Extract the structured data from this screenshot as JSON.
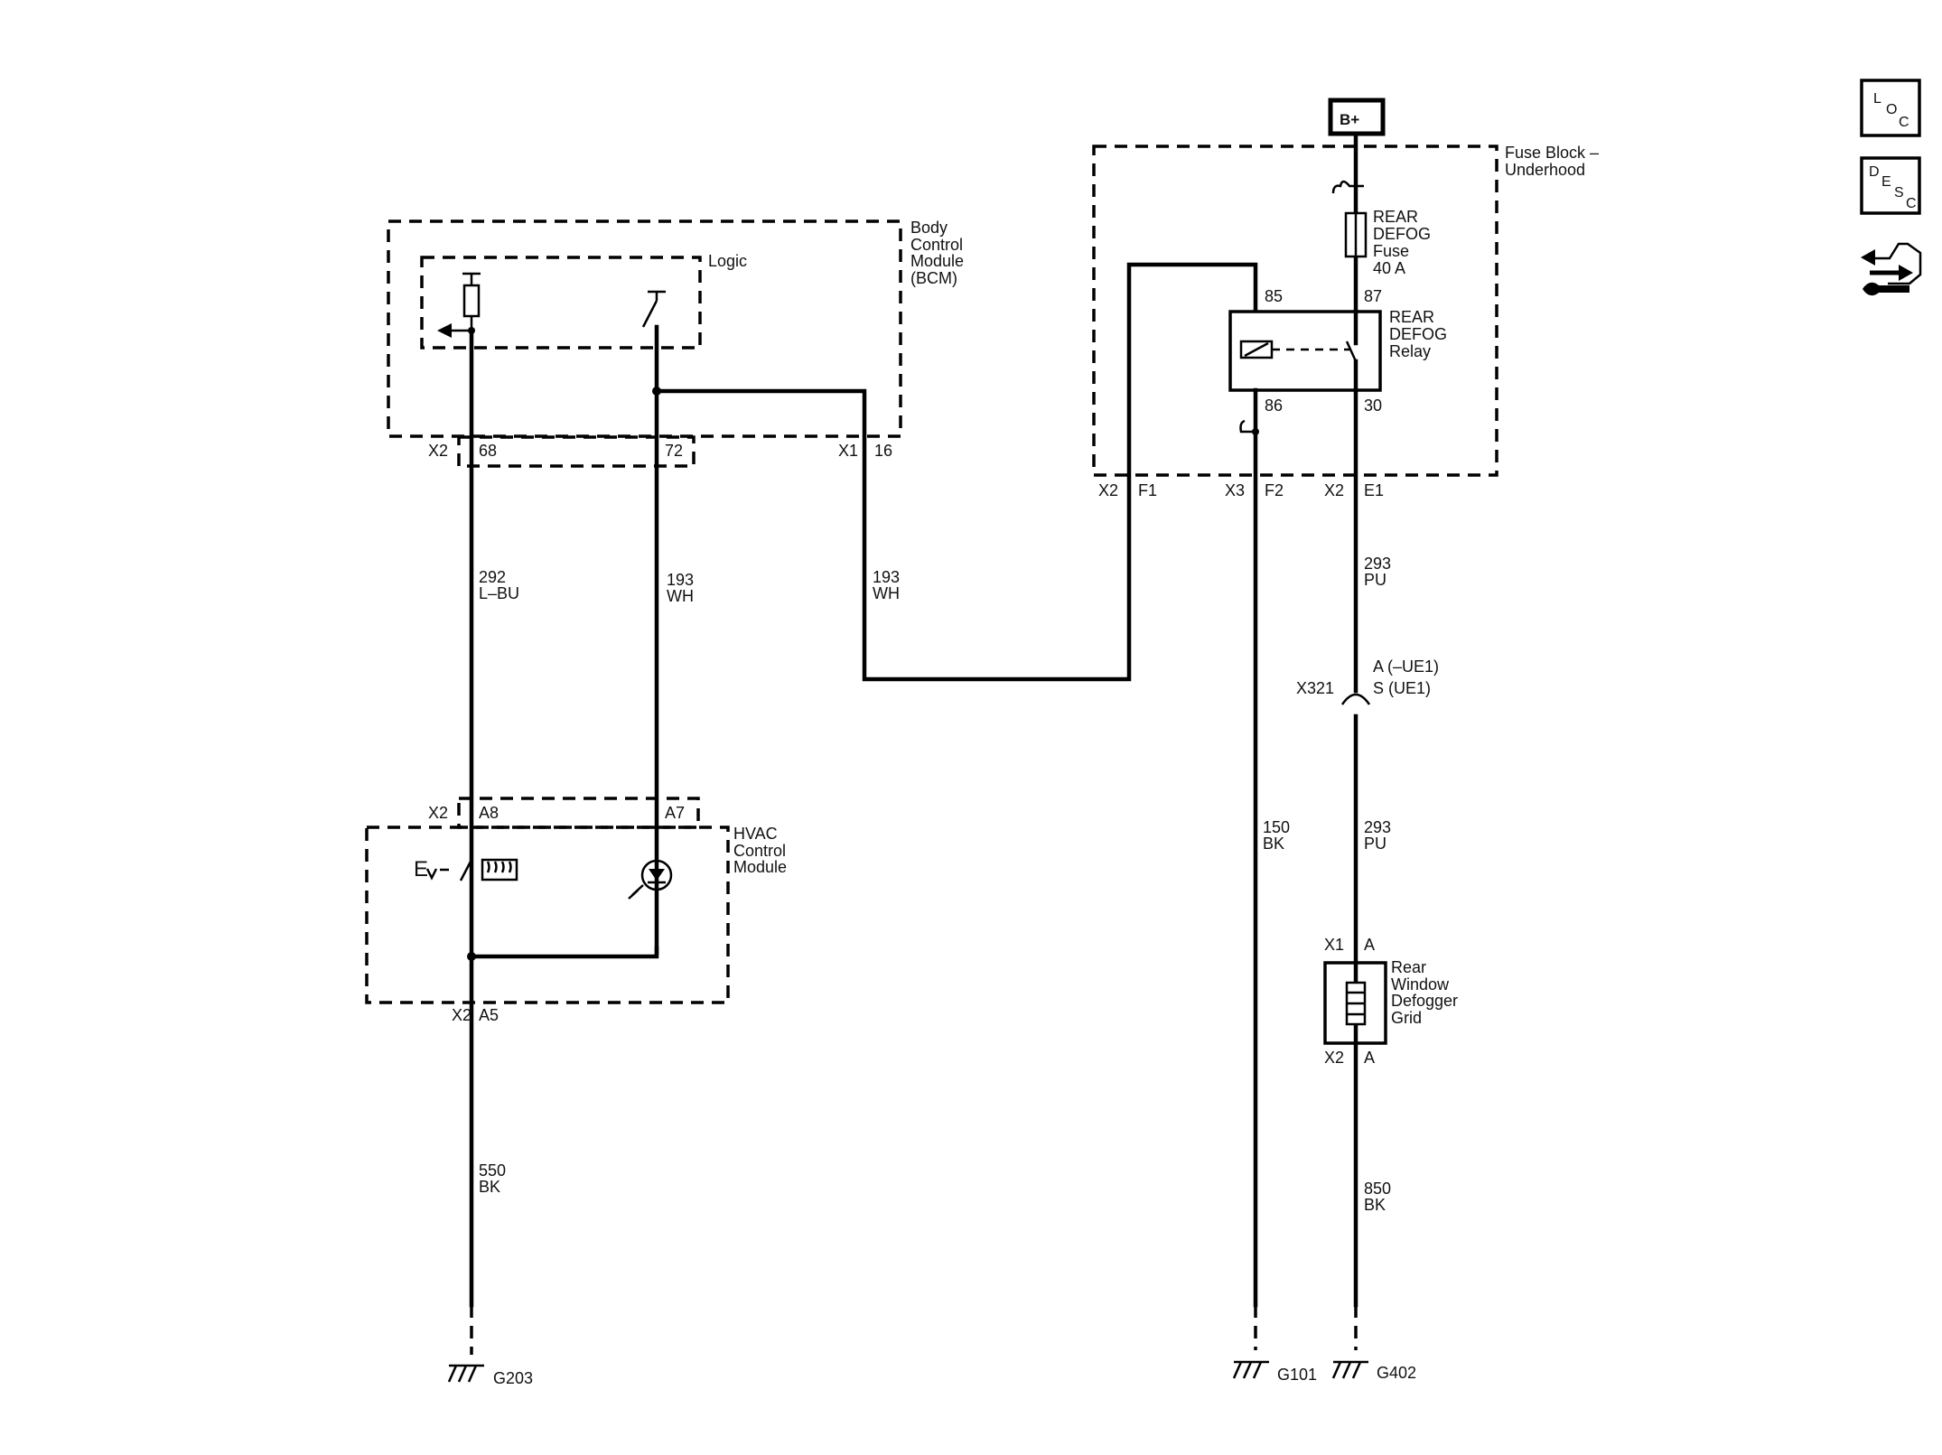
{
  "modules": {
    "bcm": {
      "name": [
        "Body",
        "Control",
        "Module",
        "(BCM)"
      ],
      "logic": "Logic"
    },
    "fuse_block": {
      "name": [
        "Fuse Block –",
        "Underhood"
      ]
    },
    "hvac": {
      "name": [
        "HVAC",
        "Control",
        "Module"
      ]
    }
  },
  "power_source": "B+",
  "fuse": {
    "lines": [
      "REAR",
      "DEFOG",
      "Fuse",
      "40 A"
    ]
  },
  "relay": {
    "lines": [
      "REAR",
      "DEFOG",
      "Relay"
    ],
    "pins": {
      "p85": "85",
      "p87": "87",
      "p86": "86",
      "p30": "30"
    }
  },
  "connectors": {
    "bcm_x2": "X2",
    "bcm_68": "68",
    "bcm_72": "72",
    "bcm_x1": "X1",
    "bcm_16": "16",
    "fb_x2a": "X2",
    "fb_f1": "F1",
    "fb_x3": "X3",
    "fb_f2": "F2",
    "fb_x2b": "X2",
    "fb_e1": "E1",
    "hv_x2_top": "X2",
    "hv_a8": "A8",
    "hv_a7": "A7",
    "hv_x2_bot": "X2",
    "hv_a5": "A5",
    "grid_x1": "X1",
    "grid_a_top": "A",
    "grid_x2": "X2",
    "grid_a_bot": "A"
  },
  "inline_connector": {
    "id": "X321",
    "a_line": "A (–UE1)",
    "s_line": "S (UE1)"
  },
  "wires": [
    {
      "circuit": "292",
      "color": "L–BU"
    },
    {
      "circuit": "193",
      "color": "WH"
    },
    {
      "circuit": "193",
      "color": "WH"
    },
    {
      "circuit": "293",
      "color": "PU"
    },
    {
      "circuit": "293",
      "color": "PU"
    },
    {
      "circuit": "150",
      "color": "BK"
    },
    {
      "circuit": "550",
      "color": "BK"
    },
    {
      "circuit": "850",
      "color": "BK"
    }
  ],
  "grid": {
    "lines": [
      "Rear",
      "Window",
      "Defogger",
      "Grid"
    ]
  },
  "grounds": {
    "g203": "G203",
    "g101": "G101",
    "g402": "G402"
  },
  "side_buttons": {
    "loc": {
      "l1": "L",
      "l2": "O",
      "l3": "C"
    },
    "desc": {
      "l1": "D",
      "l2": "E",
      "l3": "S",
      "l4": "C"
    }
  }
}
